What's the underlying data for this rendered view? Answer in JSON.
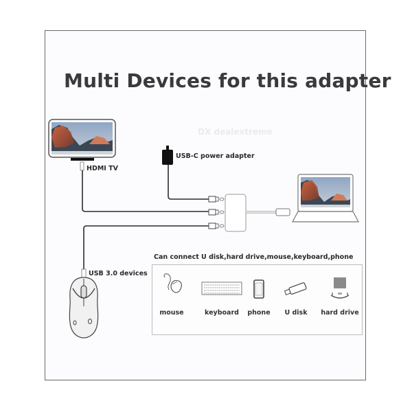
{
  "title": "Multi Devices for this adapter",
  "watermark": "DX dealextreme",
  "labels": {
    "hdmi_tv": "HDMI TV",
    "usbc_power": "USB-C power adapter",
    "usb3_devices": "USB 3.0 devices",
    "can_connect": "Can connect U disk,hard drive,mouse,keyboard,phone"
  },
  "devices": [
    {
      "name": "mouse",
      "icon": "mouse-icon"
    },
    {
      "name": "keyboard",
      "icon": "keyboard-icon"
    },
    {
      "name": "phone",
      "icon": "phone-icon"
    },
    {
      "name": "U disk",
      "icon": "usb-drive-icon"
    },
    {
      "name": "hard drive",
      "icon": "hard-drive-icon"
    }
  ],
  "colors": {
    "frame": "#6a6a6a",
    "wire": "#2b2b2b",
    "text": "#3a3a3e",
    "screen_sky": "#9fb3c8",
    "screen_rock": "#c9593a"
  }
}
